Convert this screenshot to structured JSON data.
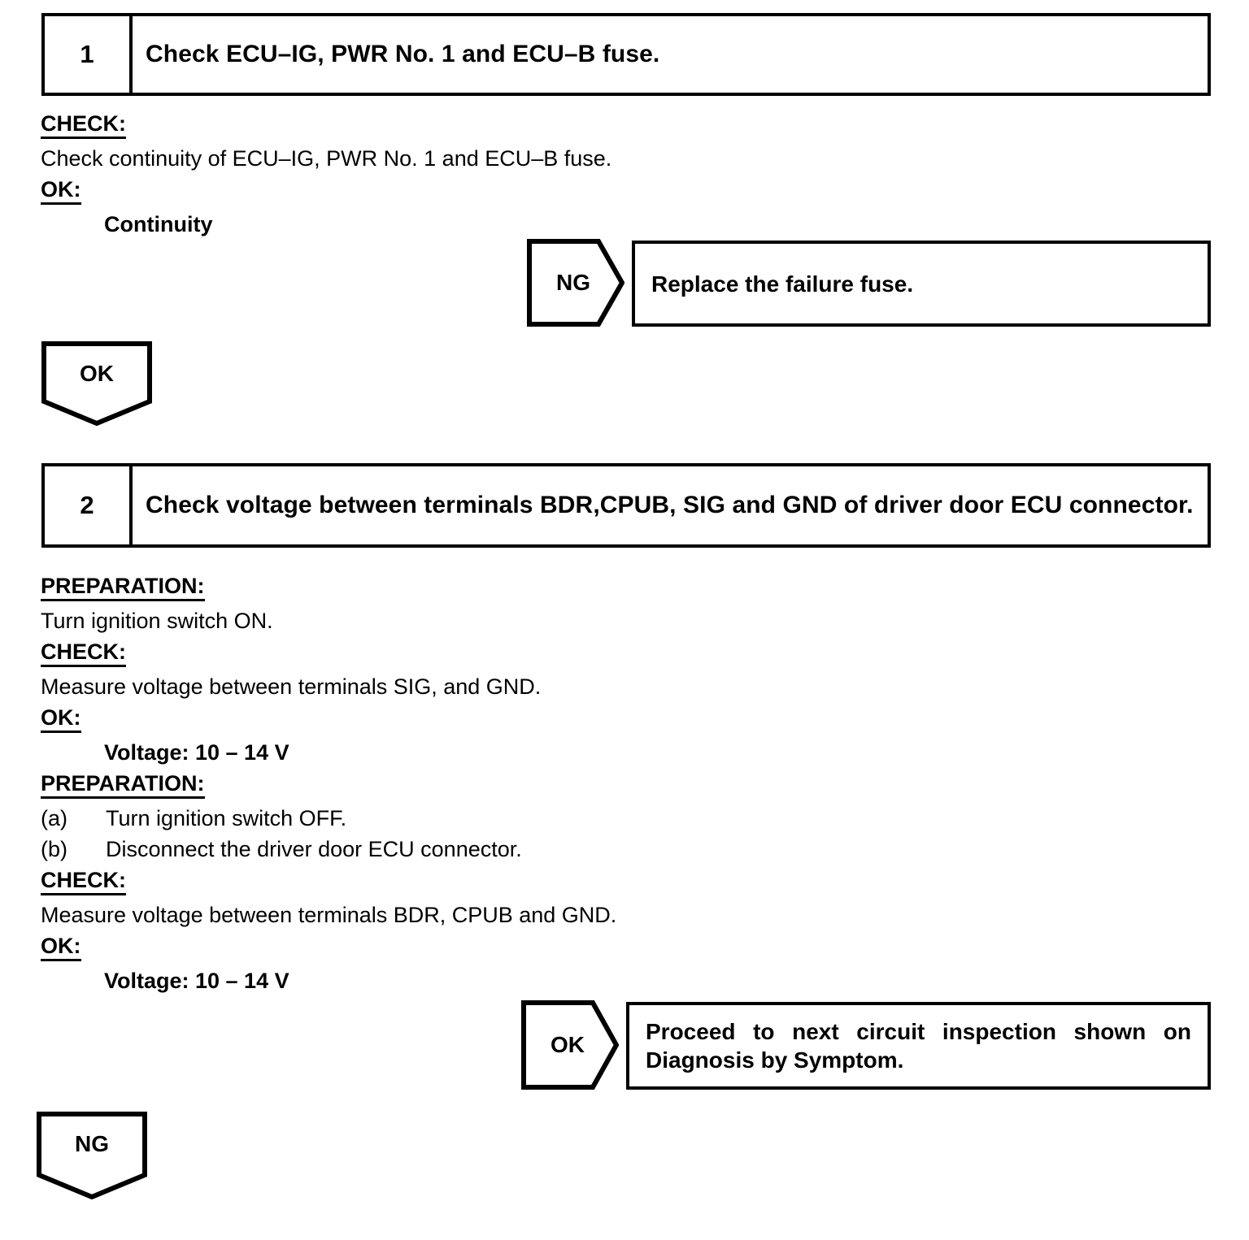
{
  "document": {
    "title": "Check ECU-IG, PWR No. 1 and ECU-B fuse."
  },
  "steps": [
    {
      "number": "1",
      "title": "Check ECU–IG, PWR No. 1 and ECU–B fuse.",
      "detail": {
        "check_label": "CHECK:",
        "check_text": "Check continuity of ECU–IG, PWR No. 1 and ECU–B fuse.",
        "ok_label": "OK:",
        "ok_value": "Continuity"
      },
      "result": {
        "arrow_label": "NG",
        "box_text": "Replace the failure fuse."
      },
      "pass_marker": "OK"
    },
    {
      "number": "2",
      "title": "Check voltage between terminals BDR,CPUB, SIG and GND of driver door ECU connector.",
      "detail": {
        "preparation_label_1": "PREPARATION:",
        "preparation_text_1": "Turn ignition switch ON.",
        "check_label_1": "CHECK:",
        "check_text_1": "Measure voltage between terminals SIG, and GND.",
        "ok_label_1": "OK:",
        "ok_value_1": "Voltage: 10 – 14 V",
        "preparation_label_2": "PREPARATION:",
        "preparation_items": [
          {
            "tag": "(a)",
            "text": "Turn ignition switch OFF."
          },
          {
            "tag": "(b)",
            "text": "Disconnect the driver door ECU connector."
          }
        ],
        "check_label_2": "CHECK:",
        "check_text_2": "Measure voltage between terminals BDR, CPUB and GND.",
        "ok_label_2": "OK:",
        "ok_value_2": "Voltage: 10 – 14 V"
      },
      "result": {
        "arrow_label": "OK",
        "box_text_line1": "Proceed to next circuit inspection shown on",
        "box_text_line2": "Diagnosis by Symptom."
      },
      "fail_marker": "NG"
    }
  ],
  "colors": {
    "ink": "#000000",
    "paper": "#ffffff"
  }
}
